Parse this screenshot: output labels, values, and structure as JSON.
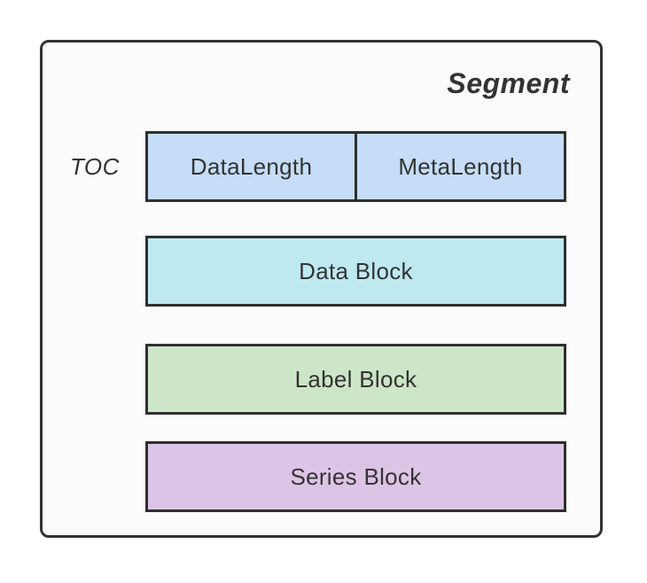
{
  "diagram": {
    "title": "Segment",
    "row_label": "TOC",
    "toc_cells": [
      {
        "label": "DataLength",
        "fill": "#c5ddf6"
      },
      {
        "label": "MetaLength",
        "fill": "#c5ddf6"
      }
    ],
    "blocks": [
      {
        "label": "Data Block",
        "fill": "#bee9f1"
      },
      {
        "label": "Label Block",
        "fill": "#cce6c7"
      },
      {
        "label": "Series Block",
        "fill": "#dcc4e6"
      }
    ],
    "colors": {
      "border": "#2f2f2f",
      "container_border": "#333333",
      "container_fill": "#fbfbfb",
      "page_background": "#ffffff",
      "text": "#333333"
    }
  }
}
